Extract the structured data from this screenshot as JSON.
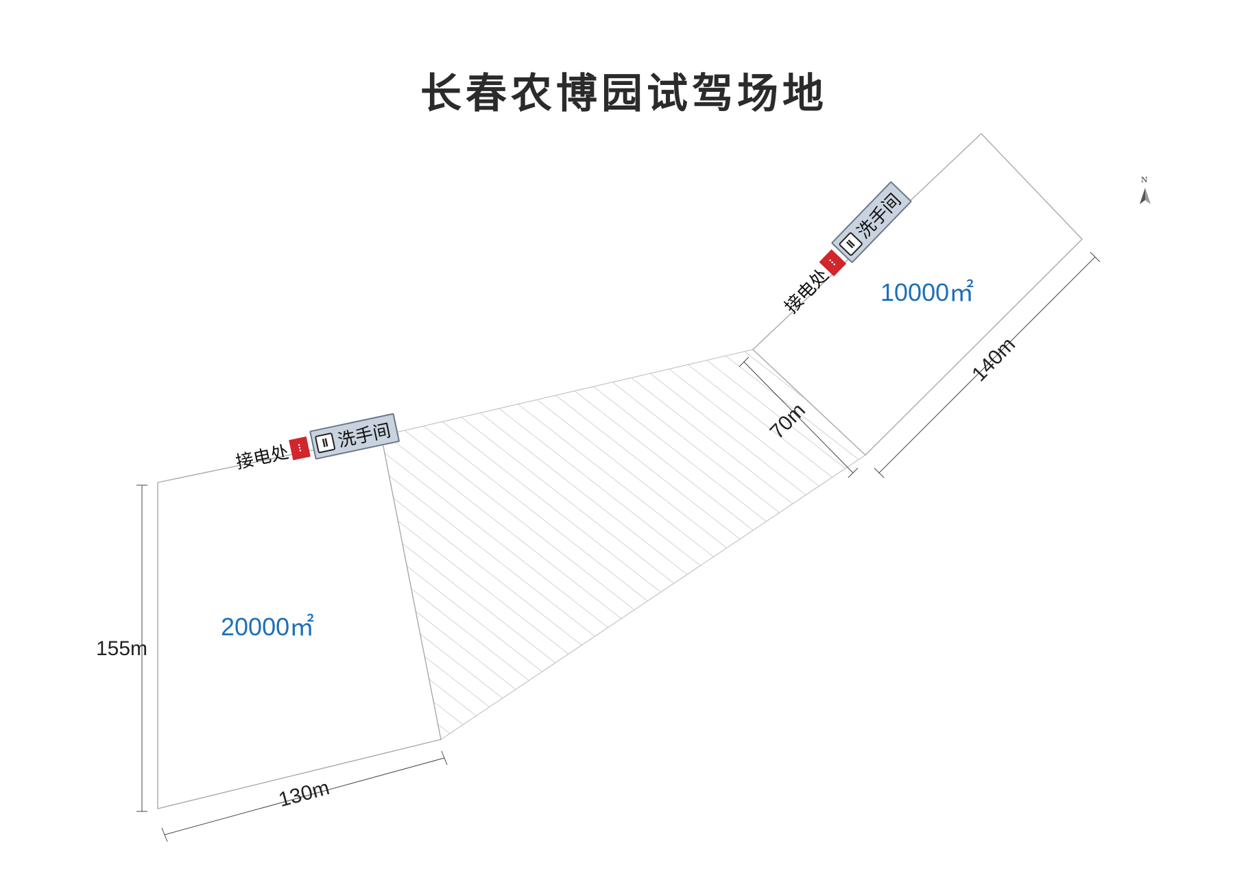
{
  "title": "长春农博园试驾场地",
  "north_label": "N",
  "zones": {
    "small": {
      "area": "10000㎡",
      "power": "接电处",
      "restroom": "洗手间"
    },
    "large": {
      "area": "20000㎡",
      "power": "接电处",
      "restroom": "洗手间"
    }
  },
  "dimensions": {
    "left_side": "155m",
    "bottom_side": "130m",
    "connector_width": "70m",
    "small_zone_side": "140m"
  },
  "colors": {
    "area_text": "#1e6fb8",
    "outline": "#a9a9a9",
    "hatch": "#bfbfbf",
    "power_icon": "#d0262c",
    "restroom_box": "#c9d3df"
  },
  "icons": {
    "power": "power-socket-icon",
    "restroom": "restroom-icon",
    "north": "north-arrow-icon"
  }
}
